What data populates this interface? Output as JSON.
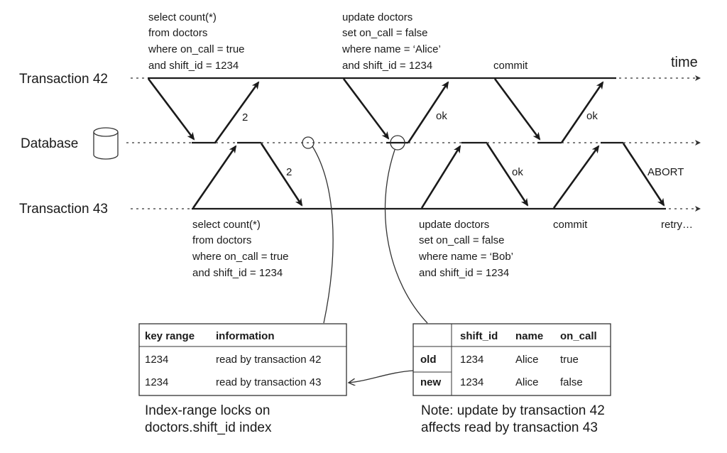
{
  "lanes": {
    "t42": "Transaction 42",
    "db": "Database",
    "t43": "Transaction 43",
    "time": "time"
  },
  "t42_query1": [
    "select count(*)",
    "from doctors",
    "where on_call = true",
    "and shift_id = 1234"
  ],
  "t42_update": [
    "update doctors",
    "set on_call = false",
    "where name = ‘Alice’",
    "and shift_id = 1234"
  ],
  "t42_commit": "commit",
  "t43_query1": [
    "select count(*)",
    "from doctors",
    "where on_call = true",
    "and shift_id = 1234"
  ],
  "t43_update": [
    "update doctors",
    "set on_call = false",
    "where name = ‘Bob’",
    "and shift_id = 1234"
  ],
  "t43_commit": "commit",
  "t43_retry": "retry…",
  "responses": {
    "count42": "2",
    "count43": "2",
    "ok42_update": "ok",
    "ok42_commit": "ok",
    "ok43_update": "ok",
    "abort43": "ABORT"
  },
  "lock_table": {
    "headers": [
      "key range",
      "information"
    ],
    "rows": [
      [
        "1234",
        "read by transaction 42"
      ],
      [
        "1234",
        "read by transaction 43"
      ]
    ],
    "caption": [
      "Index-range locks on",
      "doctors.shift_id index"
    ]
  },
  "row_table": {
    "headers": [
      "",
      "shift_id",
      "name",
      "on_call"
    ],
    "rows": [
      [
        "old",
        "1234",
        "Alice",
        "true"
      ],
      [
        "new",
        "1234",
        "Alice",
        "false"
      ]
    ],
    "caption": [
      "Note: update by transaction 42",
      "affects read by transaction 43"
    ]
  },
  "colors": {
    "ink": "#1a1a1a",
    "background": "#ffffff"
  }
}
